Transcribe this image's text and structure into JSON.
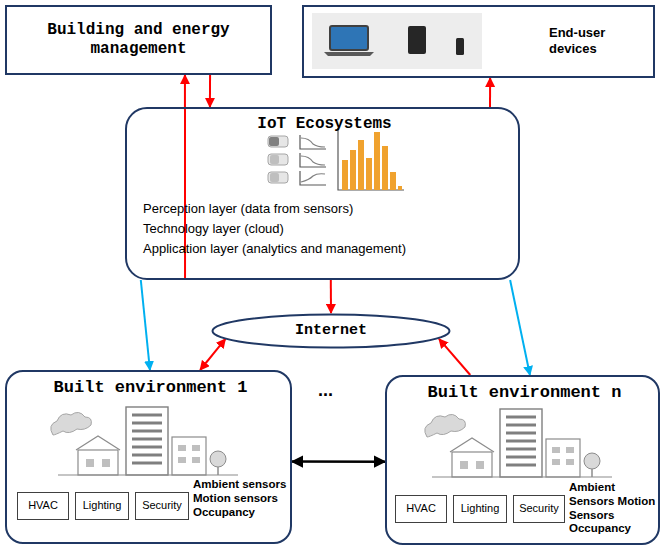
{
  "diagram": {
    "nodes": [
      {
        "text": [
          "Building and energy management"
        ]
      },
      {
        "text": [
          "End-user devices"
        ]
      },
      {
        "text": [
          "IoT Ecosystems",
          "Perception layer (data from sensors)",
          "Technology layer (cloud)",
          "Application layer (analytics and management)"
        ]
      },
      {
        "text": [
          "Internet"
        ]
      },
      {
        "text": [
          "Built environment 1",
          "Ambient sensors Motion sensors Occupancy"
        ]
      },
      {
        "text": [
          "HVAC"
        ],
        "in": 4
      },
      {
        "text": [
          "Lighting"
        ],
        "in": 4
      },
      {
        "text": [
          "Security"
        ],
        "in": 4
      },
      {
        "text": [
          "Built environment n",
          "Ambient Sensors Motion Sensors Occupancy"
        ]
      },
      {
        "text": [
          "HVAC"
        ],
        "in": 8
      },
      {
        "text": [
          "Lighting"
        ],
        "in": 8
      },
      {
        "text": [
          "Security"
        ],
        "in": 8
      }
    ],
    "edges": [
      {
        "from": 2,
        "to": 0,
        "arrow": "to"
      },
      {
        "from": 0,
        "to": 2,
        "arrow": "to"
      },
      {
        "from": 2,
        "to": 1,
        "arrow": "to"
      },
      {
        "from": 2,
        "to": 3,
        "arrow": "to"
      },
      {
        "from": 2,
        "to": 4,
        "arrow": "to"
      },
      {
        "from": 2,
        "to": 8,
        "arrow": "to"
      },
      {
        "from": 4,
        "to": 3,
        "arrow": "both"
      },
      {
        "from": 8,
        "to": 3,
        "arrow": "to"
      },
      {
        "from": 4,
        "to": 8,
        "arrow": "both"
      }
    ],
    "labels": [
      "..."
    ]
  }
}
